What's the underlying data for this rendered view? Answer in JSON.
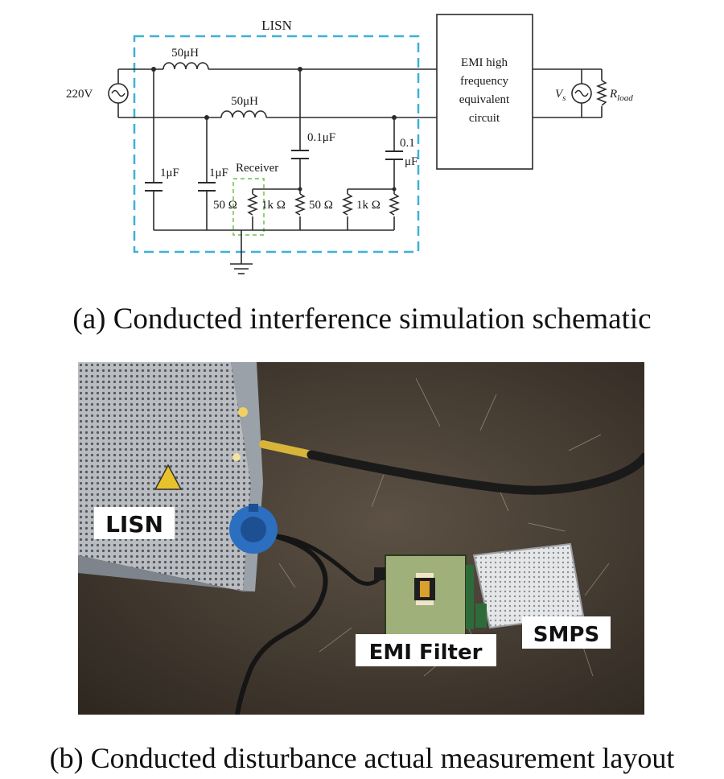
{
  "figure_a": {
    "caption": "(a) Conducted interference simulation schematic",
    "labels": {
      "lisn": "LISN",
      "source_voltage": "220V",
      "inductor_top": "50μH",
      "inductor_bottom": "50μH",
      "cap_left_1": "1μF",
      "cap_left_2": "1μF",
      "cap_mid": "0.1μF",
      "cap_right_line1": "0.1",
      "cap_right_line2": "μF",
      "receiver": "Receiver",
      "res_1": "50 Ω",
      "res_2": "1k Ω",
      "res_3": "50 Ω",
      "res_4": "1k Ω",
      "emi_box_lines": [
        "EMI high",
        "frequency",
        "equivalent",
        "circuit"
      ],
      "vs_main": "V",
      "vs_sub": "s",
      "rload_main": "R",
      "rload_sub": "load"
    }
  },
  "figure_b": {
    "caption": "(b) Conducted disturbance actual measurement layout",
    "labels": {
      "lisn": "LISN",
      "emi_filter": "EMI Filter",
      "smps": "SMPS"
    }
  },
  "colors": {
    "lisn_dash": "#3fb0d6",
    "receiver_dash": "#6ec04a",
    "wire": "#2b2b2b",
    "floor": "#4a3f33"
  }
}
